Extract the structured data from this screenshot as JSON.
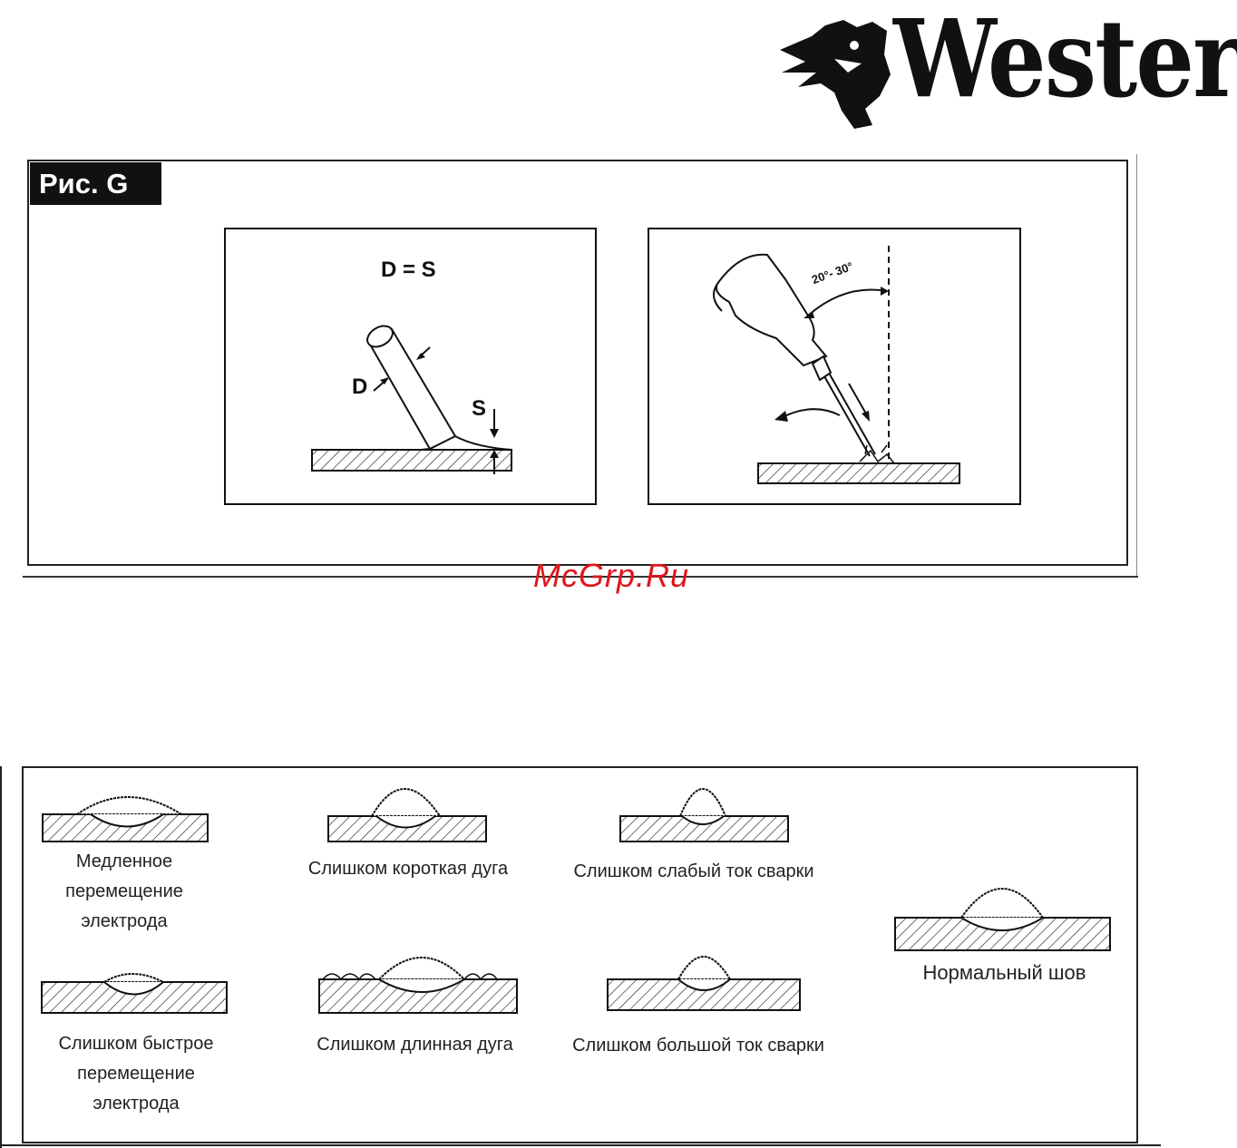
{
  "brand": {
    "name": "Wester",
    "logo_icon": "dragon-head-icon"
  },
  "figure": {
    "label": "Рис. G",
    "equation": "D = S",
    "label_d": "D",
    "label_s": "S",
    "angle": "20°- 30°"
  },
  "watermark": "McGrp.Ru",
  "seams": {
    "slow_move": [
      "Медленное",
      "перемещение",
      "электрода"
    ],
    "short_arc": "Слишком короткая дуга",
    "low_current": "Слишком слабый ток сварки",
    "normal": "Нормальный шов",
    "fast_move": [
      "Слишком быстрое",
      "перемещение",
      "электрода"
    ],
    "long_arc": "Слишком длинная дуга",
    "high_current": "Слишком большой ток сварки"
  }
}
